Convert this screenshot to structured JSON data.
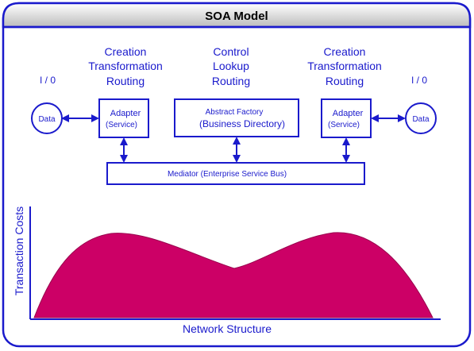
{
  "title": "SOA Model",
  "top_labels": {
    "left": [
      "Creation",
      "Transformation",
      "Routing"
    ],
    "center": [
      "Control",
      "Lookup",
      "Routing"
    ],
    "right": [
      "Creation",
      "Transformation",
      "Routing"
    ]
  },
  "io_left": "I / 0",
  "io_right": "I / 0",
  "data_left": "Data",
  "data_right": "Data",
  "adapter_left": {
    "line1": "Adapter",
    "line2": "(Service)"
  },
  "adapter_right": {
    "line1": "Adapter",
    "line2": "(Service)"
  },
  "factory": {
    "line1": "Abstract Factory",
    "line2": "(Business Directory)"
  },
  "mediator": "Mediator  (Enterprise Service Bus)",
  "curve_chart": {
    "ylabel": "Transaction Costs",
    "xlabel": "Network Structure"
  },
  "colors": {
    "blue": "#1a1acc",
    "curve_fill": "#cc0066",
    "title_gradient_top": "#ffffff",
    "title_gradient_bottom": "#c0c0c0"
  }
}
